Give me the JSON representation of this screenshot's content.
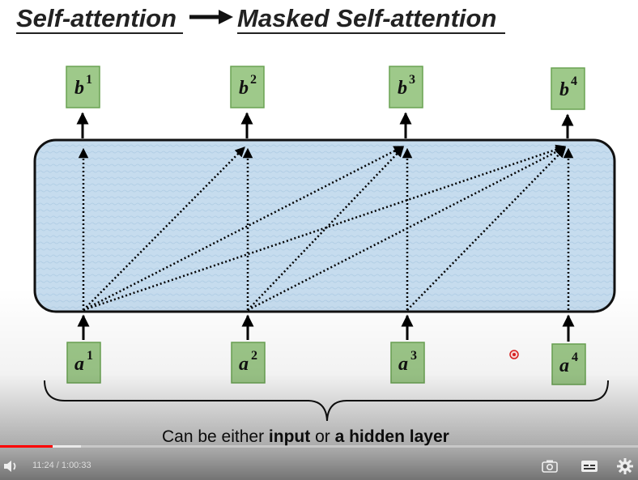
{
  "slide": {
    "title_left": "Self-attention",
    "title_right": "Masked Self-attention",
    "outputs": [
      {
        "base": "b",
        "sup": "1"
      },
      {
        "base": "b",
        "sup": "2"
      },
      {
        "base": "b",
        "sup": "3"
      },
      {
        "base": "b",
        "sup": "4"
      }
    ],
    "inputs": [
      {
        "base": "a",
        "sup": "1"
      },
      {
        "base": "a",
        "sup": "2"
      },
      {
        "base": "a",
        "sup": "3"
      },
      {
        "base": "a",
        "sup": "4"
      }
    ],
    "caption": {
      "part1": "Can be either ",
      "part2": "input",
      "part3": " or ",
      "part4": "a hidden layer"
    },
    "colors": {
      "box_fill": "#9ec98a",
      "box_stroke": "#6aa353",
      "attention_block": "#c8dff0",
      "arrow": "#000000"
    }
  },
  "player": {
    "current_time": "11:24",
    "separator": " / ",
    "duration": "1:00:33",
    "played_fraction": 0.083,
    "buffered_fraction": 0.127,
    "progress_color": "#ff0000",
    "icons": {
      "volume": "volume-icon",
      "screenshot": "camera-icon",
      "captions": "captions-icon",
      "settings": "gear-icon"
    }
  }
}
